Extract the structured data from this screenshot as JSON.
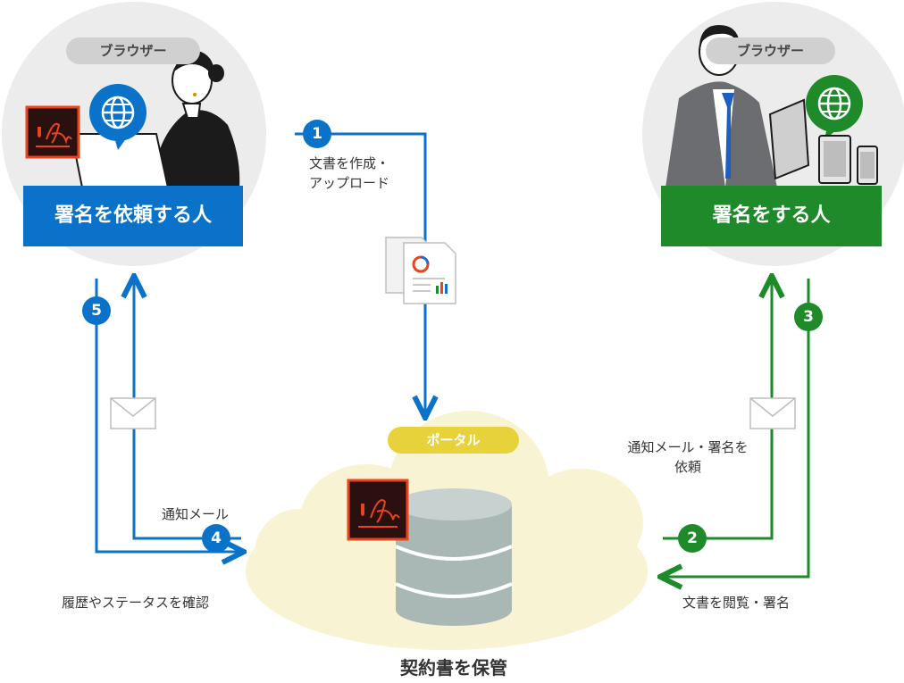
{
  "left_party": {
    "browser_label": "ブラウザー",
    "role_label": "署名を依頼する人",
    "role_color": "#0a73c9"
  },
  "right_party": {
    "browser_label": "ブラウザー",
    "role_label": "署名をする人",
    "role_color": "#1e8a29"
  },
  "portal": {
    "label": "ポータル",
    "caption": "契約書を保管",
    "pill_color": "#e8d23b"
  },
  "steps": [
    {
      "number": "1",
      "label": "文書を作成・\nアップロード",
      "color": "#0a73c9"
    },
    {
      "number": "2",
      "label": "文書を閲覧・署名",
      "color": "#1e8a29"
    },
    {
      "number": "3",
      "label": "通知メール・署名を\n依頼",
      "color": "#1e8a29"
    },
    {
      "number": "4",
      "label": "通知メール",
      "color": "#0a73c9"
    },
    {
      "number": "5",
      "label": "履歴やステータスを確認",
      "color": "#0a73c9"
    }
  ],
  "icons": [
    "globe-icon",
    "adobe-sign-icon",
    "envelope-icon",
    "document-icon",
    "database-icon",
    "tablet-icon",
    "smartphone-icon"
  ]
}
